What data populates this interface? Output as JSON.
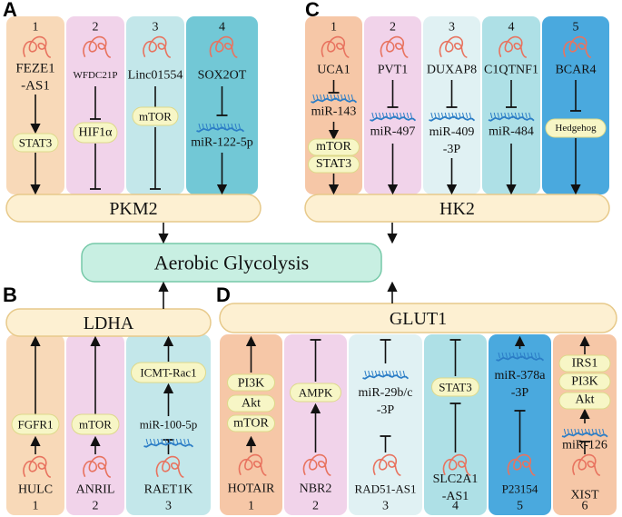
{
  "panels": {
    "A": {
      "letter": "A",
      "target": "PKM2",
      "columns": [
        {
          "num": "1",
          "lnc": "FEZE1\n-AS1",
          "mid": "STAT3",
          "color": "#f8d9b8"
        },
        {
          "num": "2",
          "lnc": "WFDC21P",
          "mid": "HIF1α",
          "color": "#f1d3ea"
        },
        {
          "num": "3",
          "lnc": "Linc01554",
          "mid": "mTOR",
          "color": "#c3e7ea"
        },
        {
          "num": "4",
          "lnc": "SOX2OT",
          "mid": "miR-122-5p",
          "color": "#72c8d6"
        }
      ]
    },
    "C": {
      "letter": "C",
      "target": "HK2",
      "columns": [
        {
          "num": "1",
          "lnc": "UCA1",
          "mir": "miR-143",
          "mid": "mTOR\nSTAT3",
          "color": "#f6c7a7"
        },
        {
          "num": "2",
          "lnc": "PVT1",
          "mir": "miR-497",
          "color": "#f1d3ea"
        },
        {
          "num": "3",
          "lnc": "DUXAP8",
          "mir": "miR-409\n-3P",
          "color": "#e0f1f3"
        },
        {
          "num": "4",
          "lnc": "C1QTNF1",
          "mir": "miR-484",
          "color": "#aee0e6"
        },
        {
          "num": "5",
          "lnc": "BCAR4",
          "mid": "Hedgehog",
          "color": "#4aa9de"
        }
      ]
    },
    "B": {
      "letter": "B",
      "target": "LDHA",
      "columns": [
        {
          "num": "1",
          "lnc": "HULC",
          "mid": "FGFR1",
          "color": "#f8d9b8"
        },
        {
          "num": "2",
          "lnc": "ANRIL",
          "mid": "mTOR",
          "color": "#f1d3ea"
        },
        {
          "num": "3",
          "lnc": "RAET1K",
          "mir": "miR-100-5p",
          "mid": "ICMT-Rac1",
          "color": "#c3e7ea"
        }
      ]
    },
    "D": {
      "letter": "D",
      "target": "GLUT1",
      "columns": [
        {
          "num": "1",
          "lnc": "HOTAIR",
          "mid": "PI3K\nAkt\nmTOR",
          "color": "#f6c7a7"
        },
        {
          "num": "2",
          "lnc": "NBR2",
          "mid": "AMPK",
          "color": "#f1d3ea"
        },
        {
          "num": "3",
          "lnc": "RAD51-AS1",
          "mir": "miR-29b/c\n-3P",
          "color": "#e0f1f3"
        },
        {
          "num": "4",
          "lnc": "SLC2A1\n-AS1",
          "mid": "STAT3",
          "color": "#aee0e6"
        },
        {
          "num": "5",
          "lnc": "P23154",
          "mir": "miR-378a\n-3P",
          "color": "#4aa9de"
        },
        {
          "num": "6",
          "lnc": "XIST",
          "mir": "miR-126",
          "mid": "IRS1\nPI3K\nAkt",
          "color": "#f6c7a7"
        }
      ]
    }
  },
  "center_label": "Aerobic Glycolysis",
  "colors": {
    "target_box": "#fdf0d2",
    "target_stroke": "#e7c98a",
    "center_fill": "#c8efe2",
    "center_stroke": "#76c9a8",
    "oval_fill": "#f7f6c6",
    "oval_stroke": "#ddd98a",
    "lnc_curl": "#e8735f",
    "mir_curl": "#2b7dc6"
  },
  "icons": [
    "lncRNA-curl-icon",
    "miRNA-strand-icon",
    "arrow-icon",
    "inhibition-icon"
  ]
}
